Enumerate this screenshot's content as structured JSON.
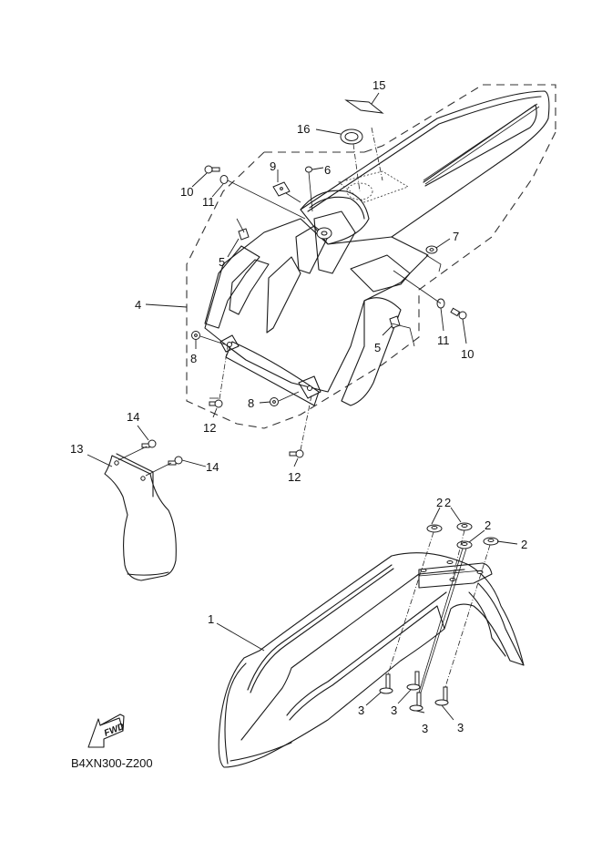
{
  "diagram": {
    "title": "Fender assembly exploded parts diagram",
    "diagram_code": "B4XN300-Z200",
    "direction_indicator": "FWD",
    "callouts": [
      {
        "ref": "1",
        "part": "front-fender"
      },
      {
        "ref": "2",
        "part": "collar"
      },
      {
        "ref": "2",
        "part": "collar"
      },
      {
        "ref": "2",
        "part": "collar"
      },
      {
        "ref": "2",
        "part": "collar"
      },
      {
        "ref": "3",
        "part": "bolt"
      },
      {
        "ref": "3",
        "part": "bolt"
      },
      {
        "ref": "3",
        "part": "bolt"
      },
      {
        "ref": "3",
        "part": "bolt"
      },
      {
        "ref": "4",
        "part": "rear-fender-assembly"
      },
      {
        "ref": "5",
        "part": "nut"
      },
      {
        "ref": "5",
        "part": "nut"
      },
      {
        "ref": "6",
        "part": "nut"
      },
      {
        "ref": "7",
        "part": "washer"
      },
      {
        "ref": "8",
        "part": "washer"
      },
      {
        "ref": "8",
        "part": "washer"
      },
      {
        "ref": "9",
        "part": "nut"
      },
      {
        "ref": "10",
        "part": "bolt"
      },
      {
        "ref": "10",
        "part": "bolt"
      },
      {
        "ref": "11",
        "part": "collar"
      },
      {
        "ref": "11",
        "part": "collar"
      },
      {
        "ref": "12",
        "part": "bolt"
      },
      {
        "ref": "12",
        "part": "bolt"
      },
      {
        "ref": "13",
        "part": "mud-flap"
      },
      {
        "ref": "14",
        "part": "screw"
      },
      {
        "ref": "14",
        "part": "screw"
      },
      {
        "ref": "15",
        "part": "label"
      },
      {
        "ref": "16",
        "part": "emblem"
      }
    ]
  }
}
